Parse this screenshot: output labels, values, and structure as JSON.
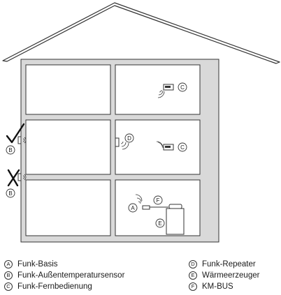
{
  "markers": {
    "A": "A",
    "B": "B",
    "C": "C",
    "D": "D",
    "E": "E",
    "F": "F"
  },
  "legend": {
    "left": [
      {
        "letter": "A",
        "label": "Funk-Basis"
      },
      {
        "letter": "B",
        "label": "Funk-Außentemperatursensor"
      },
      {
        "letter": "C",
        "label": "Funk-Fernbedienung"
      }
    ],
    "right": [
      {
        "letter": "D",
        "label": "Funk-Repeater"
      },
      {
        "letter": "E",
        "label": "Wärmeerzeuger"
      },
      {
        "letter": "F",
        "label": "KM-BUS"
      }
    ]
  },
  "colors": {
    "wall_fill": "#d9d9d9",
    "outline": "#333333",
    "background": "#ffffff"
  }
}
